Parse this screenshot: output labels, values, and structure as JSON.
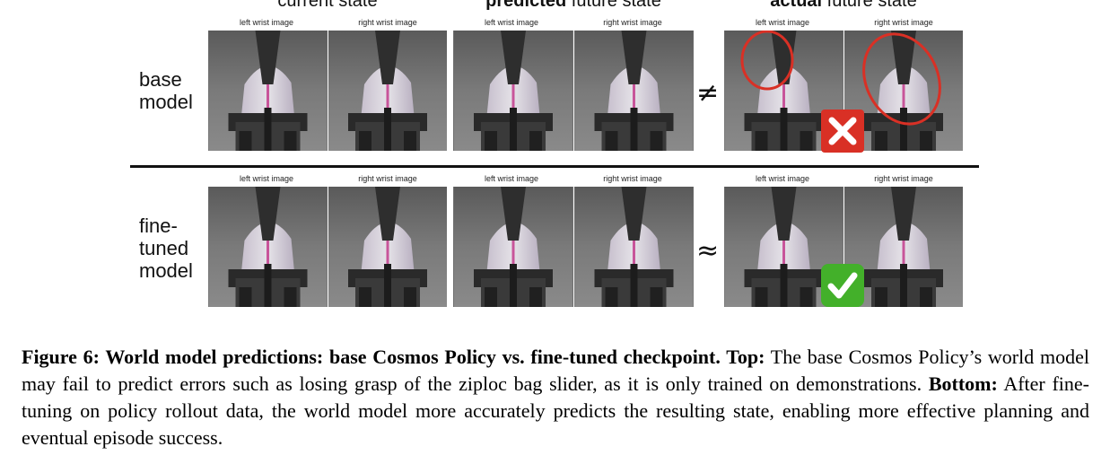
{
  "columns": {
    "current": "current state",
    "predicted_bold": "predicted",
    "predicted_rest": " future state",
    "actual_bold": "actual",
    "actual_rest": " future state"
  },
  "image_labels": {
    "left": "left wrist image",
    "right": "right wrist image"
  },
  "rows": {
    "base": {
      "label_line1": "base",
      "label_line2": "model",
      "symbol": "≠",
      "mark": "cross-mark-icon",
      "mark_color": "#d93025"
    },
    "finetuned": {
      "label_line1": "fine-",
      "label_line2": "tuned",
      "label_line3": "model",
      "symbol": "≈",
      "mark": "check-mark-icon",
      "mark_color": "#43b02a"
    }
  },
  "caption": {
    "figure": "Figure 6:",
    "title": " World model predictions: base Cosmos Policy vs. fine-tuned checkpoint.",
    "top_label": " Top:",
    "top_text": " The base Cosmos Policy’s world model may fail to predict errors such as losing grasp of the ziploc bag slider, as it is only trained on demonstrations.",
    "bottom_label": " Bottom:",
    "bottom_text": " After fine-tuning on policy rollout data, the world model more accurately predicts the resulting state, enabling more effective planning and eventual episode success."
  },
  "colors": {
    "annotation_red": "#d93025",
    "check_green": "#43b02a"
  }
}
